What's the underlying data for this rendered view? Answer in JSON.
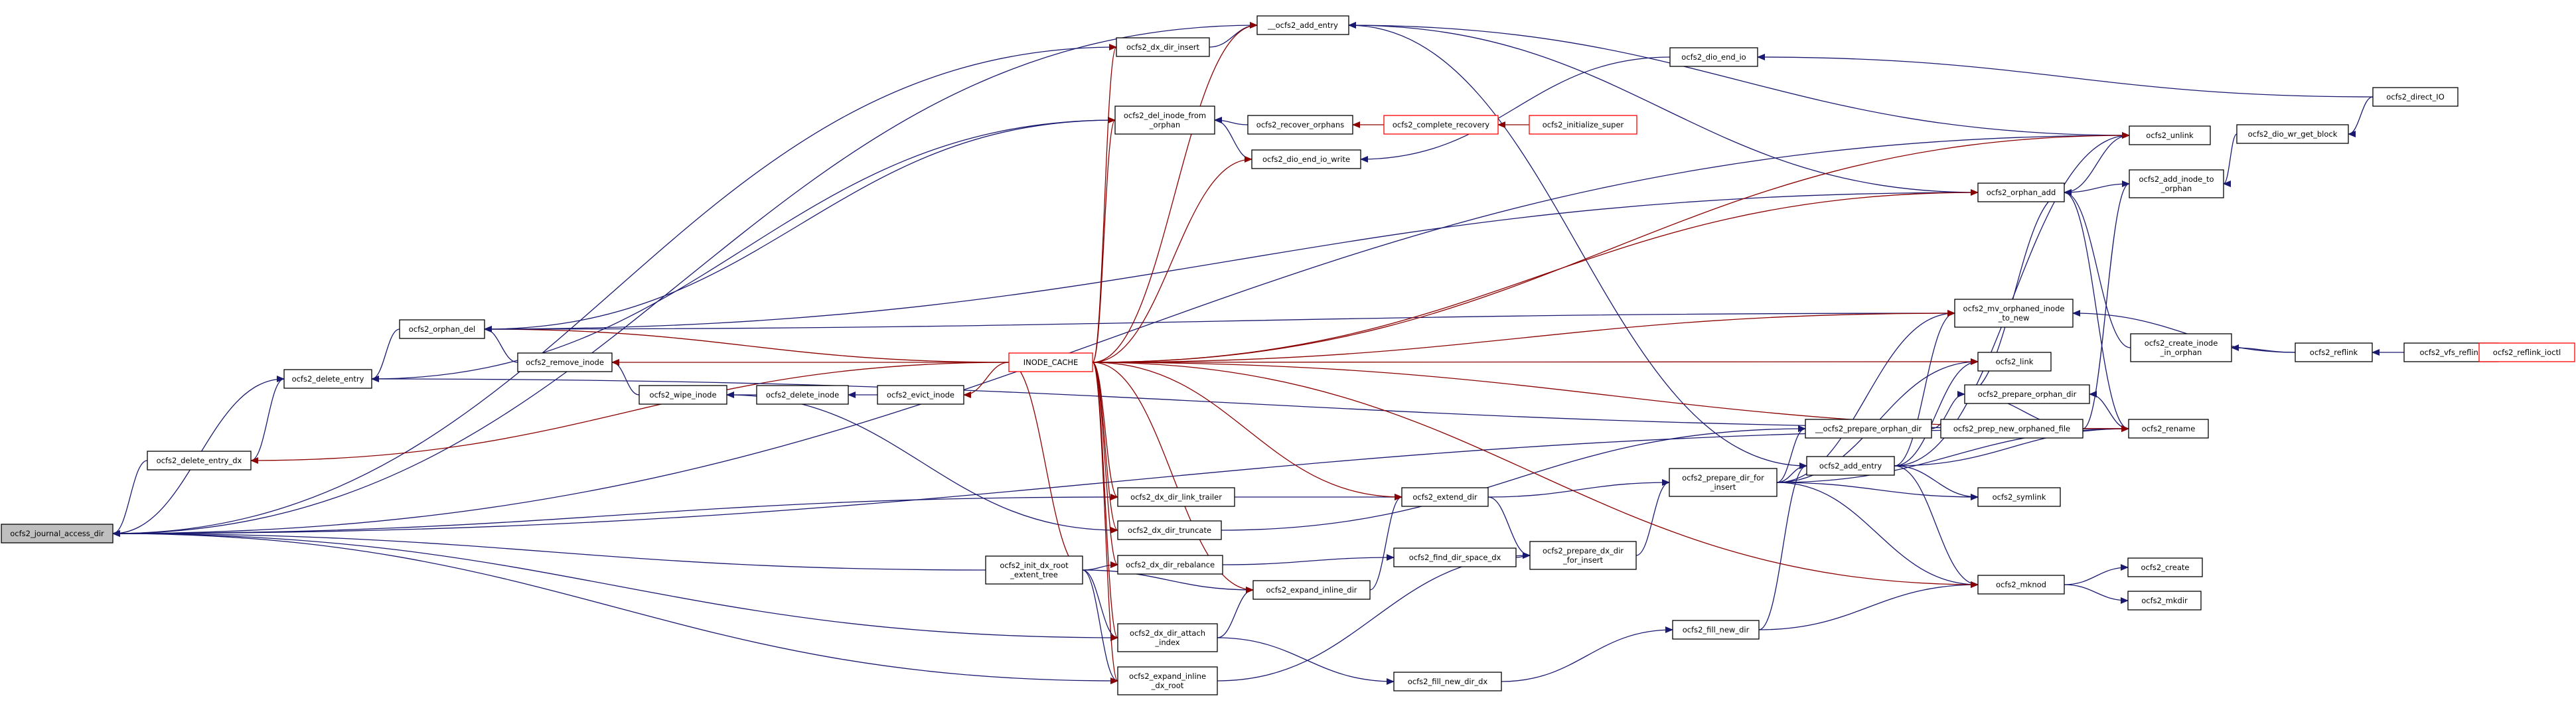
{
  "nodes": [
    {
      "id": "journal_access_dir",
      "lines": [
        "ocfs2_journal_access_dir"
      ],
      "focus": true
    },
    {
      "id": "delete_entry",
      "lines": [
        "ocfs2_delete_entry"
      ]
    },
    {
      "id": "delete_entry_dx",
      "lines": [
        "ocfs2_delete_entry_dx"
      ]
    },
    {
      "id": "orphan_del",
      "lines": [
        "ocfs2_orphan_del"
      ]
    },
    {
      "id": "remove_inode",
      "lines": [
        "ocfs2_remove_inode"
      ]
    },
    {
      "id": "wipe_inode",
      "lines": [
        "ocfs2_wipe_inode"
      ]
    },
    {
      "id": "delete_inode",
      "lines": [
        "ocfs2_delete_inode"
      ]
    },
    {
      "id": "evict_inode",
      "lines": [
        "ocfs2_evict_inode"
      ]
    },
    {
      "id": "init_dx_root",
      "lines": [
        "ocfs2_init_dx_root",
        "_extent_tree"
      ]
    },
    {
      "id": "inode_cache",
      "lines": [
        "INODE_CACHE"
      ],
      "truncated": true
    },
    {
      "id": "dx_dir_insert",
      "lines": [
        "ocfs2_dx_dir_insert"
      ]
    },
    {
      "id": "add_entry_under",
      "lines": [
        "__ocfs2_add_entry"
      ]
    },
    {
      "id": "del_inode_from_orphan",
      "lines": [
        "ocfs2_del_inode_from",
        "_orphan"
      ]
    },
    {
      "id": "recover_orphans",
      "lines": [
        "ocfs2_recover_orphans"
      ]
    },
    {
      "id": "complete_recovery",
      "lines": [
        "ocfs2_complete_recovery"
      ],
      "truncated": true
    },
    {
      "id": "initialize_super",
      "lines": [
        "ocfs2_initialize_super"
      ],
      "truncated": true
    },
    {
      "id": "dio_end_io_write",
      "lines": [
        "ocfs2_dio_end_io_write"
      ]
    },
    {
      "id": "dio_end_io",
      "lines": [
        "ocfs2_dio_end_io"
      ]
    },
    {
      "id": "direct_io",
      "lines": [
        "ocfs2_direct_IO"
      ]
    },
    {
      "id": "dio_wr_get_block",
      "lines": [
        "ocfs2_dio_wr_get_block"
      ]
    },
    {
      "id": "unlink",
      "lines": [
        "ocfs2_unlink"
      ]
    },
    {
      "id": "add_inode_to_orphan",
      "lines": [
        "ocfs2_add_inode_to",
        "_orphan"
      ]
    },
    {
      "id": "orphan_add",
      "lines": [
        "ocfs2_orphan_add"
      ]
    },
    {
      "id": "mv_orphaned_inode",
      "lines": [
        "ocfs2_mv_orphaned_inode",
        "_to_new"
      ]
    },
    {
      "id": "create_inode_in_orphan",
      "lines": [
        "ocfs2_create_inode",
        "_in_orphan"
      ]
    },
    {
      "id": "reflink",
      "lines": [
        "ocfs2_reflink"
      ]
    },
    {
      "id": "vfs_reflink",
      "lines": [
        "ocfs2_vfs_reflink"
      ]
    },
    {
      "id": "reflink_ioctl",
      "lines": [
        "ocfs2_reflink_ioctl"
      ],
      "truncated": true
    },
    {
      "id": "link",
      "lines": [
        "ocfs2_link"
      ]
    },
    {
      "id": "prepare_orphan_dir",
      "lines": [
        "ocfs2_prepare_orphan_dir"
      ]
    },
    {
      "id": "prepare_orphan_dir_under",
      "lines": [
        "__ocfs2_prepare_orphan_dir"
      ]
    },
    {
      "id": "prep_new_orphaned_file",
      "lines": [
        "ocfs2_prep_new_orphaned_file"
      ]
    },
    {
      "id": "rename",
      "lines": [
        "ocfs2_rename"
      ]
    },
    {
      "id": "prepare_dir_for_insert",
      "lines": [
        "ocfs2_prepare_dir_for",
        "_insert"
      ]
    },
    {
      "id": "add_entry",
      "lines": [
        "ocfs2_add_entry"
      ]
    },
    {
      "id": "symlink",
      "lines": [
        "ocfs2_symlink"
      ]
    },
    {
      "id": "mknod",
      "lines": [
        "ocfs2_mknod"
      ]
    },
    {
      "id": "create",
      "lines": [
        "ocfs2_create"
      ]
    },
    {
      "id": "mkdir",
      "lines": [
        "ocfs2_mkdir"
      ]
    },
    {
      "id": "dx_dir_link_trailer",
      "lines": [
        "ocfs2_dx_dir_link_trailer"
      ]
    },
    {
      "id": "dx_dir_truncate",
      "lines": [
        "ocfs2_dx_dir_truncate"
      ]
    },
    {
      "id": "dx_dir_rebalance",
      "lines": [
        "ocfs2_dx_dir_rebalance"
      ]
    },
    {
      "id": "extend_dir",
      "lines": [
        "ocfs2_extend_dir"
      ]
    },
    {
      "id": "find_dir_space_dx",
      "lines": [
        "ocfs2_find_dir_space_dx"
      ]
    },
    {
      "id": "prepare_dx_dir_for_insert",
      "lines": [
        "ocfs2_prepare_dx_dir",
        "_for_insert"
      ]
    },
    {
      "id": "expand_inline_dir",
      "lines": [
        "ocfs2_expand_inline_dir"
      ]
    },
    {
      "id": "dx_dir_attach_index",
      "lines": [
        "ocfs2_dx_dir_attach",
        "_index"
      ]
    },
    {
      "id": "expand_inline_dx_root",
      "lines": [
        "ocfs2_expand_inline",
        "_dx_root"
      ]
    },
    {
      "id": "fill_new_dir",
      "lines": [
        "ocfs2_fill_new_dir"
      ]
    },
    {
      "id": "fill_new_dir_dx",
      "lines": [
        "ocfs2_fill_new_dir_dx"
      ]
    }
  ],
  "edges": [
    [
      "delete_entry",
      "journal_access_dir"
    ],
    [
      "delete_entry_dx",
      "journal_access_dir"
    ],
    [
      "dx_dir_insert",
      "journal_access_dir"
    ],
    [
      "add_entry_under",
      "journal_access_dir"
    ],
    [
      "unlink",
      "journal_access_dir"
    ],
    [
      "dx_dir_link_trailer",
      "journal_access_dir"
    ],
    [
      "init_dx_root",
      "journal_access_dir"
    ],
    [
      "dx_dir_attach_index",
      "journal_access_dir"
    ],
    [
      "expand_inline_dx_root",
      "journal_access_dir"
    ],
    [
      "rename",
      "journal_access_dir"
    ],
    [
      "delete_entry_dx",
      "delete_entry"
    ],
    [
      "orphan_del",
      "delete_entry"
    ],
    [
      "del_inode_from_orphan",
      "delete_entry"
    ],
    [
      "inode_cache",
      "delete_entry_dx"
    ],
    [
      "remove_inode",
      "orphan_del"
    ],
    [
      "inode_cache",
      "orphan_del"
    ],
    [
      "del_inode_from_orphan",
      "orphan_del"
    ],
    [
      "mv_orphaned_inode",
      "orphan_del"
    ],
    [
      "orphan_add",
      "orphan_del"
    ],
    [
      "wipe_inode",
      "remove_inode"
    ],
    [
      "inode_cache",
      "remove_inode"
    ],
    [
      "delete_inode",
      "wipe_inode"
    ],
    [
      "dx_dir_truncate",
      "wipe_inode"
    ],
    [
      "evict_inode",
      "delete_inode"
    ],
    [
      "inode_cache",
      "evict_inode"
    ],
    [
      "dx_dir_insert",
      "add_entry_under"
    ],
    [
      "add_entry",
      "add_entry_under"
    ],
    [
      "unlink",
      "add_entry_under"
    ],
    [
      "orphan_add",
      "add_entry_under"
    ],
    [
      "recover_orphans",
      "del_inode_from_orphan"
    ],
    [
      "dio_end_io_write",
      "del_inode_from_orphan"
    ],
    [
      "complete_recovery",
      "recover_orphans"
    ],
    [
      "initialize_super",
      "complete_recovery"
    ],
    [
      "dio_end_io",
      "dio_end_io_write"
    ],
    [
      "direct_io",
      "dio_end_io"
    ],
    [
      "dio_wr_get_block",
      "add_inode_to_orphan"
    ],
    [
      "direct_io",
      "dio_wr_get_block"
    ],
    [
      "add_inode_to_orphan",
      "orphan_add"
    ],
    [
      "orphan_add",
      "unlink"
    ],
    [
      "prepare_orphan_dir",
      "orphan_add"
    ],
    [
      "create_inode_in_orphan",
      "orphan_add"
    ],
    [
      "rename",
      "orphan_add"
    ],
    [
      "reflink",
      "mv_orphaned_inode"
    ],
    [
      "reflink",
      "create_inode_in_orphan"
    ],
    [
      "vfs_reflink",
      "reflink"
    ],
    [
      "reflink_ioctl",
      "vfs_reflink"
    ],
    [
      "prepare_orphan_dir_under",
      "prepare_orphan_dir"
    ],
    [
      "prep_new_orphaned_file",
      "prepare_orphan_dir"
    ],
    [
      "rename",
      "prepare_orphan_dir"
    ],
    [
      "prep_new_orphaned_file",
      "add_inode_to_orphan"
    ],
    [
      "add_entry",
      "mv_orphaned_inode"
    ],
    [
      "add_entry",
      "link"
    ],
    [
      "add_entry",
      "rename"
    ],
    [
      "add_entry",
      "symlink"
    ],
    [
      "add_entry",
      "mknod"
    ],
    [
      "add_entry",
      "unlink"
    ],
    [
      "prepare_dir_for_insert",
      "add_entry"
    ],
    [
      "prepare_dir_for_insert",
      "mv_orphaned_inode"
    ],
    [
      "prepare_dir_for_insert",
      "link"
    ],
    [
      "prepare_dir_for_insert",
      "prepare_orphan_dir_under"
    ],
    [
      "prepare_dir_for_insert",
      "rename"
    ],
    [
      "prepare_dir_for_insert",
      "symlink"
    ],
    [
      "prepare_dir_for_insert",
      "mknod"
    ],
    [
      "mknod",
      "create"
    ],
    [
      "mknod",
      "mkdir"
    ],
    [
      "fill_new_dir",
      "mknod"
    ],
    [
      "fill_new_dir",
      "add_entry"
    ],
    [
      "fill_new_dir_dx",
      "fill_new_dir"
    ],
    [
      "prepare_dx_dir_for_insert",
      "prepare_dir_for_insert"
    ],
    [
      "extend_dir",
      "prepare_dir_for_insert"
    ],
    [
      "extend_dir",
      "prepare_dx_dir_for_insert"
    ],
    [
      "find_dir_space_dx",
      "prepare_dx_dir_for_insert"
    ],
    [
      "dx_dir_rebalance",
      "find_dir_space_dx"
    ],
    [
      "dx_dir_link_trailer",
      "extend_dir"
    ],
    [
      "expand_inline_dir",
      "extend_dir"
    ],
    [
      "init_dx_root",
      "dx_dir_rebalance"
    ],
    [
      "init_dx_root",
      "expand_inline_dir"
    ],
    [
      "init_dx_root",
      "dx_dir_attach_index"
    ],
    [
      "init_dx_root",
      "expand_inline_dx_root"
    ],
    [
      "dx_dir_attach_index",
      "expand_inline_dir"
    ],
    [
      "dx_dir_attach_index",
      "fill_new_dir_dx"
    ],
    [
      "expand_inline_dx_root",
      "prepare_dx_dir_for_insert"
    ],
    [
      "dx_dir_truncate",
      "prepare_orphan_dir_under"
    ],
    [
      "delete_entry",
      "rename"
    ],
    [
      "inode_cache",
      "init_dx_root"
    ],
    [
      "inode_cache",
      "dx_dir_insert"
    ],
    [
      "inode_cache",
      "add_entry_under"
    ],
    [
      "inode_cache",
      "del_inode_from_orphan"
    ],
    [
      "inode_cache",
      "dio_end_io_write"
    ],
    [
      "inode_cache",
      "unlink"
    ],
    [
      "inode_cache",
      "orphan_add"
    ],
    [
      "inode_cache",
      "mv_orphaned_inode"
    ],
    [
      "inode_cache",
      "link"
    ],
    [
      "inode_cache",
      "rename"
    ],
    [
      "inode_cache",
      "mknod"
    ],
    [
      "inode_cache",
      "extend_dir"
    ],
    [
      "inode_cache",
      "dx_dir_link_trailer"
    ],
    [
      "inode_cache",
      "dx_dir_truncate"
    ],
    [
      "inode_cache",
      "dx_dir_rebalance"
    ],
    [
      "inode_cache",
      "expand_inline_dir"
    ],
    [
      "inode_cache",
      "dx_dir_attach_index"
    ],
    [
      "inode_cache",
      "expand_inline_dx_root"
    ]
  ]
}
